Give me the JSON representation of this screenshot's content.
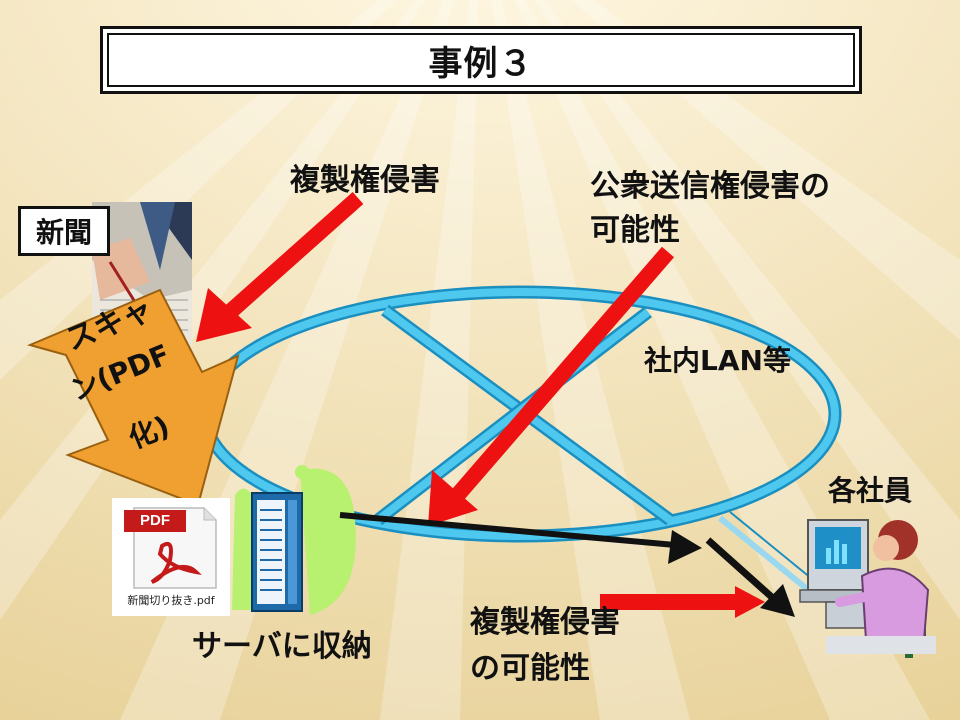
{
  "title": "事例３",
  "labels": {
    "copyright_infringement_top": "複製権侵害",
    "public_transmission_line1": "公衆送信権侵害の",
    "public_transmission_line2": "可能性",
    "newspaper": "新聞",
    "scan_line1": "スキャ",
    "scan_line2": "ン(PDF",
    "scan_line3": "化)",
    "lan": "社内LAN等",
    "employees": "各社員",
    "server_storage": "サーバに収納",
    "copyright_possibility_line1": "複製権侵害",
    "copyright_possibility_line2": "の可能性"
  },
  "pdf_file": {
    "badge": "PDF",
    "filename": "新聞切り抜き.pdf"
  },
  "colors": {
    "background": "#f1e2b8",
    "lan_ellipse": "#29b6e3",
    "red_arrow": "#ee1111",
    "scan_arrow": "#f0a030",
    "server_accent": "#b8f070"
  },
  "icons": [
    "newspaper-photo",
    "pdf-file-icon",
    "server-icon",
    "employee-computer-icon"
  ]
}
